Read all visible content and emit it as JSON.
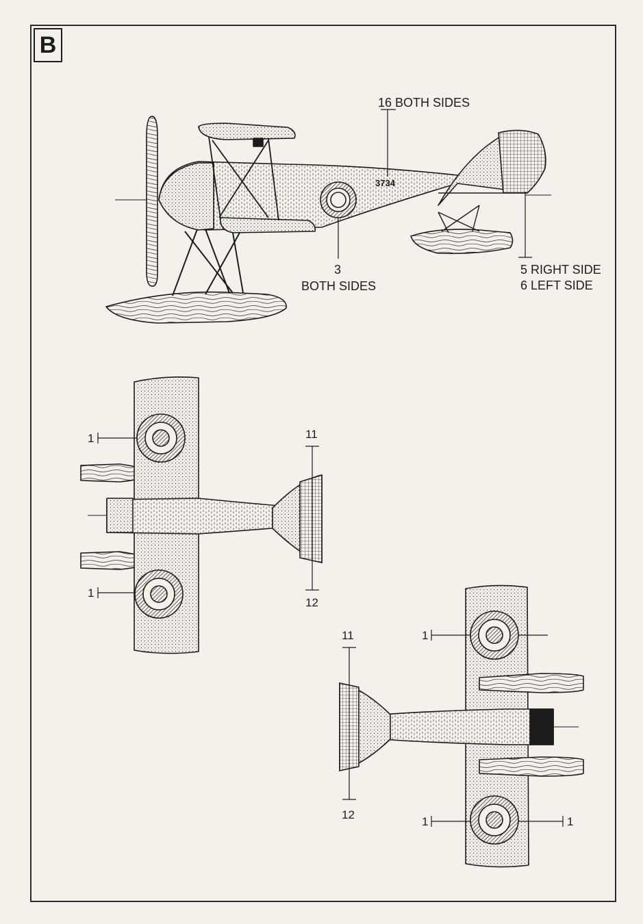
{
  "section": {
    "letter": "B"
  },
  "side_view": {
    "serial": "3734",
    "callouts": {
      "top": "16 BOTH SIDES",
      "roundel_num": "3",
      "roundel_text": "BOTH SIDES",
      "tail_right": "5 RIGHT SIDE",
      "tail_left": "6 LEFT SIDE"
    }
  },
  "top_view": {
    "wing_roundel_upper": "1",
    "wing_roundel_lower": "1",
    "tail_upper": "11",
    "tail_lower": "12"
  },
  "bottom_view": {
    "tail_upper": "11",
    "tail_lower": "12",
    "roundel_left_upper": "1",
    "roundel_left_lower": "1",
    "roundel_right_lower": "1"
  }
}
